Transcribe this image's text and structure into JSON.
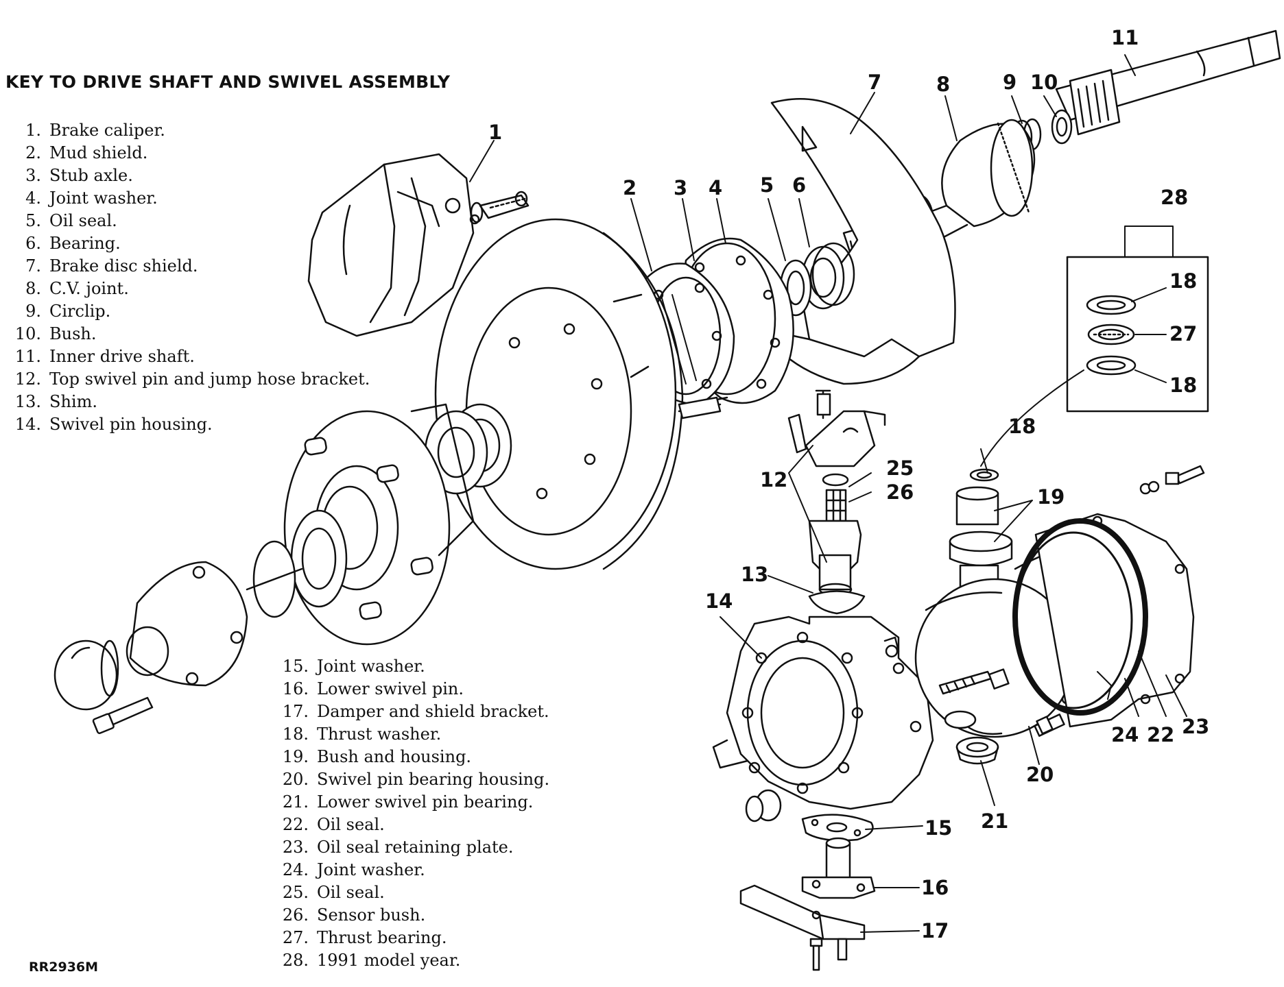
{
  "title": "KEY TO DRIVE SHAFT AND SWIVEL ASSEMBLY",
  "drawing_code": "RR2936M",
  "key_left": [
    {
      "num": "1.",
      "label": "Brake caliper."
    },
    {
      "num": "2.",
      "label": "Mud shield."
    },
    {
      "num": "3.",
      "label": "Stub axle."
    },
    {
      "num": "4.",
      "label": "Joint washer."
    },
    {
      "num": "5.",
      "label": "Oil seal."
    },
    {
      "num": "6.",
      "label": "Bearing."
    },
    {
      "num": "7.",
      "label": "Brake disc shield."
    },
    {
      "num": "8.",
      "label": "C.V. joint."
    },
    {
      "num": "9.",
      "label": "Circlip."
    },
    {
      "num": "10.",
      "label": "Bush."
    },
    {
      "num": "11.",
      "label": "Inner drive shaft."
    },
    {
      "num": "12.",
      "label": "Top swivel pin and jump hose bracket."
    },
    {
      "num": "13.",
      "label": "Shim."
    },
    {
      "num": "14.",
      "label": "Swivel pin housing."
    }
  ],
  "key_bottom": [
    {
      "num": "15.",
      "label": "Joint washer."
    },
    {
      "num": "16.",
      "label": "Lower swivel pin."
    },
    {
      "num": "17.",
      "label": "Damper and shield bracket."
    },
    {
      "num": "18.",
      "label": "Thrust washer."
    },
    {
      "num": "19.",
      "label": "Bush and housing."
    },
    {
      "num": "20.",
      "label": "Swivel pin bearing housing."
    },
    {
      "num": "21.",
      "label": "Lower swivel pin bearing."
    },
    {
      "num": "22.",
      "label": "Oil seal."
    },
    {
      "num": "23.",
      "label": "Oil seal retaining plate."
    },
    {
      "num": "24.",
      "label": "Joint washer."
    },
    {
      "num": "25.",
      "label": "Oil seal."
    },
    {
      "num": "26.",
      "label": "Sensor bush."
    },
    {
      "num": "27.",
      "label": "Thrust bearing."
    },
    {
      "num": "28.",
      "label": "1991 model year."
    }
  ],
  "callouts": [
    "1",
    "2",
    "3",
    "4",
    "5",
    "6",
    "7",
    "8",
    "9",
    "10",
    "11",
    "12",
    "13",
    "14",
    "15",
    "16",
    "17",
    "18",
    "18",
    "18",
    "19",
    "20",
    "21",
    "22",
    "23",
    "24",
    "25",
    "26",
    "27",
    "28"
  ]
}
